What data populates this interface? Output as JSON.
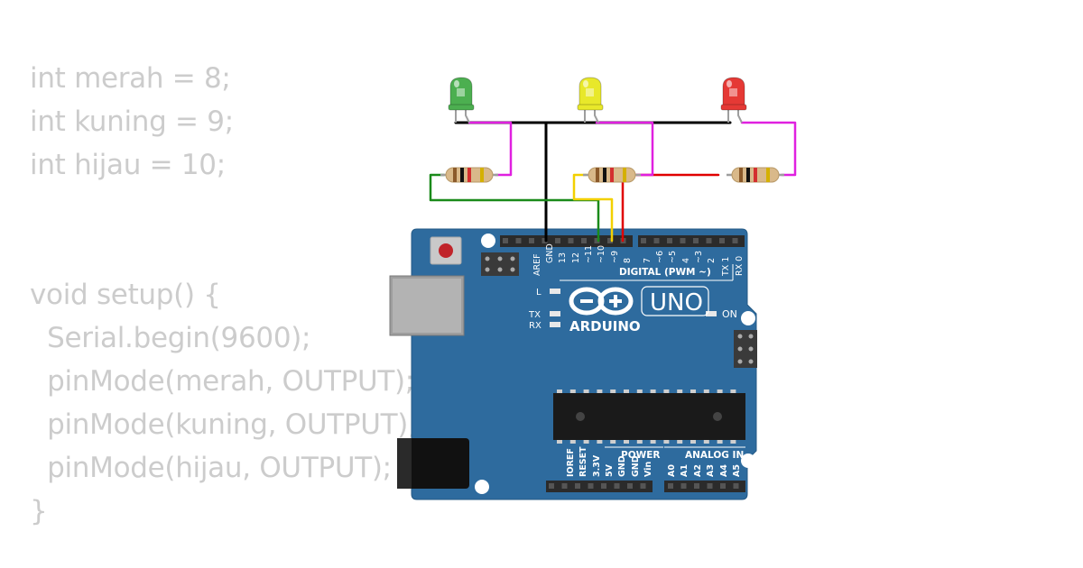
{
  "code": {
    "lines": [
      "int merah = 8;",
      "int kuning = 9;",
      "int hijau = 10;",
      "",
      "",
      "void setup() {",
      "  Serial.begin(9600);",
      "  pinMode(merah, OUTPUT);",
      "  pinMode(kuning, OUTPUT);",
      "  pinMode(hijau, OUTPUT);",
      "}"
    ]
  },
  "board": {
    "header_top_labels": [
      "AREF",
      "GND",
      "13",
      "12",
      "~11",
      "~10",
      "~9",
      "8",
      "7",
      "~6",
      "~5",
      "4",
      "~3",
      "2",
      "TX 1",
      "RX 0"
    ],
    "digital_label": "DIGITAL (PWM ~)",
    "led_l": "L",
    "led_tx": "TX",
    "led_rx": "RX",
    "on_label": "ON",
    "brand": "ARDUINO",
    "model": "UNO",
    "power_pins": [
      "IOREF",
      "RESET",
      "3.3V",
      "5V",
      "GND",
      "GND",
      "Vin"
    ],
    "power_label": "POWER",
    "analog_label": "ANALOG IN",
    "analog_pins": [
      "A0",
      "A1",
      "A2",
      "A3",
      "A4",
      "A5"
    ]
  },
  "leds": [
    {
      "name": "green-led",
      "color": "#4caf50"
    },
    {
      "name": "yellow-led",
      "color": "#e8e82a"
    },
    {
      "name": "red-led",
      "color": "#e53935"
    }
  ],
  "colors": {
    "board": "#2e6b9e",
    "wire_gnd": "#000000",
    "wire_green": "#1a8a1a",
    "wire_yellow": "#f2d000",
    "wire_red": "#e00000",
    "wire_magenta": "#e020e0"
  }
}
